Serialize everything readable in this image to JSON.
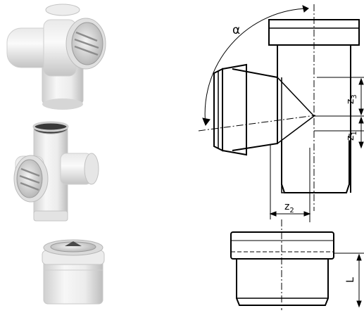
{
  "drawing": {
    "angle_label": "α",
    "z1_label": "z",
    "z1_sub": "1",
    "z2_label": "z",
    "z2_sub": "2",
    "z3_label": "z",
    "z3_sub": "3",
    "length_label": "L"
  },
  "colors": {
    "pipe_light": "#f2f2f2",
    "pipe_mid": "#dcdcdc",
    "pipe_shadow": "#b9b9b9",
    "cap_rib": "#8c8c8c",
    "line": "#000000"
  }
}
